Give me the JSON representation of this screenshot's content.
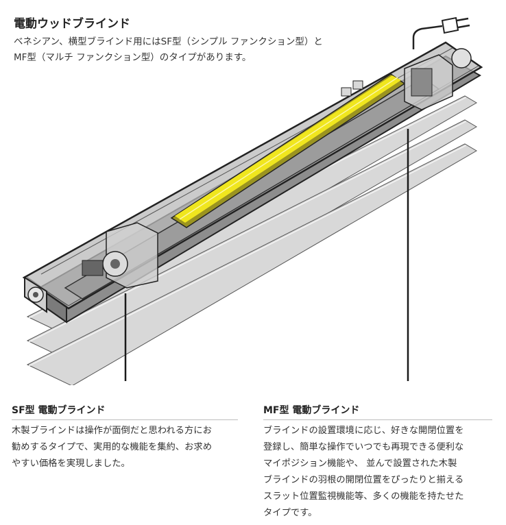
{
  "header": {
    "title": "電動ウッドブラインド",
    "intro_line1": "ベネシアン、横型ブラインド用にはSF型（シンプル ファンクション型）と",
    "intro_line2": "MF型（マルチ ファンクション型）のタイプがあります。"
  },
  "illustration": {
    "icon": "motorized-blind-cutaway",
    "colors": {
      "frame": "#222222",
      "housing": "#9a9a9a",
      "housing_light": "#c9c9c9",
      "slat": "#d8d8d8",
      "slat_edge": "#f4f4f4",
      "tube": "#f0e61e",
      "tube_dark": "#9b9420",
      "cord": "#1a1a1a"
    }
  },
  "sections": {
    "sf": {
      "title": "SF型 電動ブラインド",
      "lines": [
        "木製ブラインドは操作が面倒だと思われる方にお",
        "勧めするタイプで、実用的な機能を集約、お求め",
        "やすい価格を実現しました。"
      ]
    },
    "mf": {
      "title": "MF型 電動ブラインド",
      "lines": [
        "ブラインドの設置環境に応じ、好きな開閉位置を",
        "登録し、簡単な操作でいつでも再現できる便利な",
        "マイポジション機能や、 並んで設置された木製",
        "ブラインドの羽根の開閉位置をぴったりと揃える",
        "スラット位置監視機能等、多くの機能を持たせた",
        "タイプです。"
      ]
    }
  }
}
